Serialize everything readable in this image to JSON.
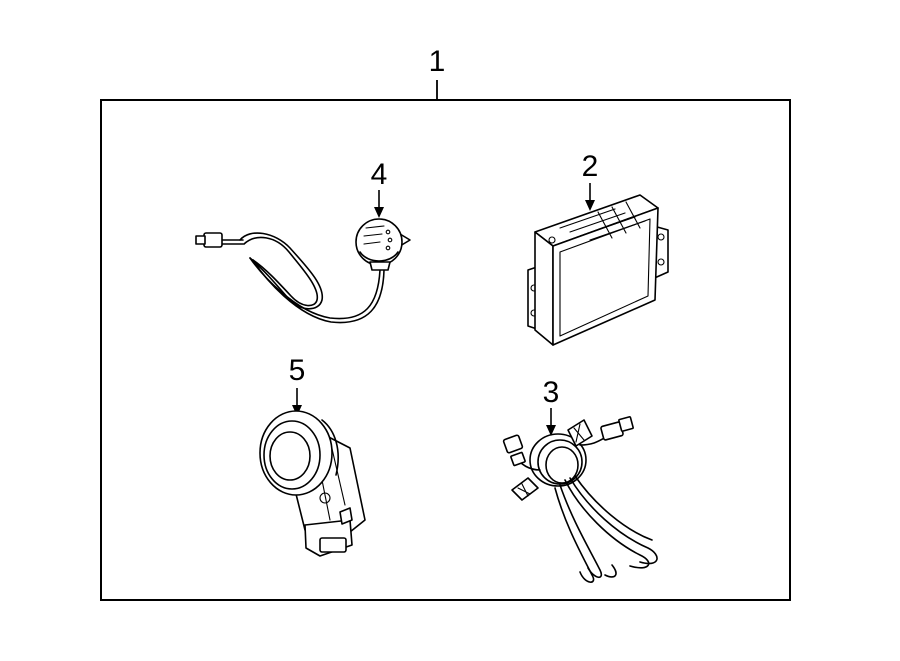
{
  "diagram": {
    "callouts": {
      "assembly": "1",
      "module": "2",
      "harness": "3",
      "sensor_cable": "4",
      "sensor": "5"
    }
  }
}
